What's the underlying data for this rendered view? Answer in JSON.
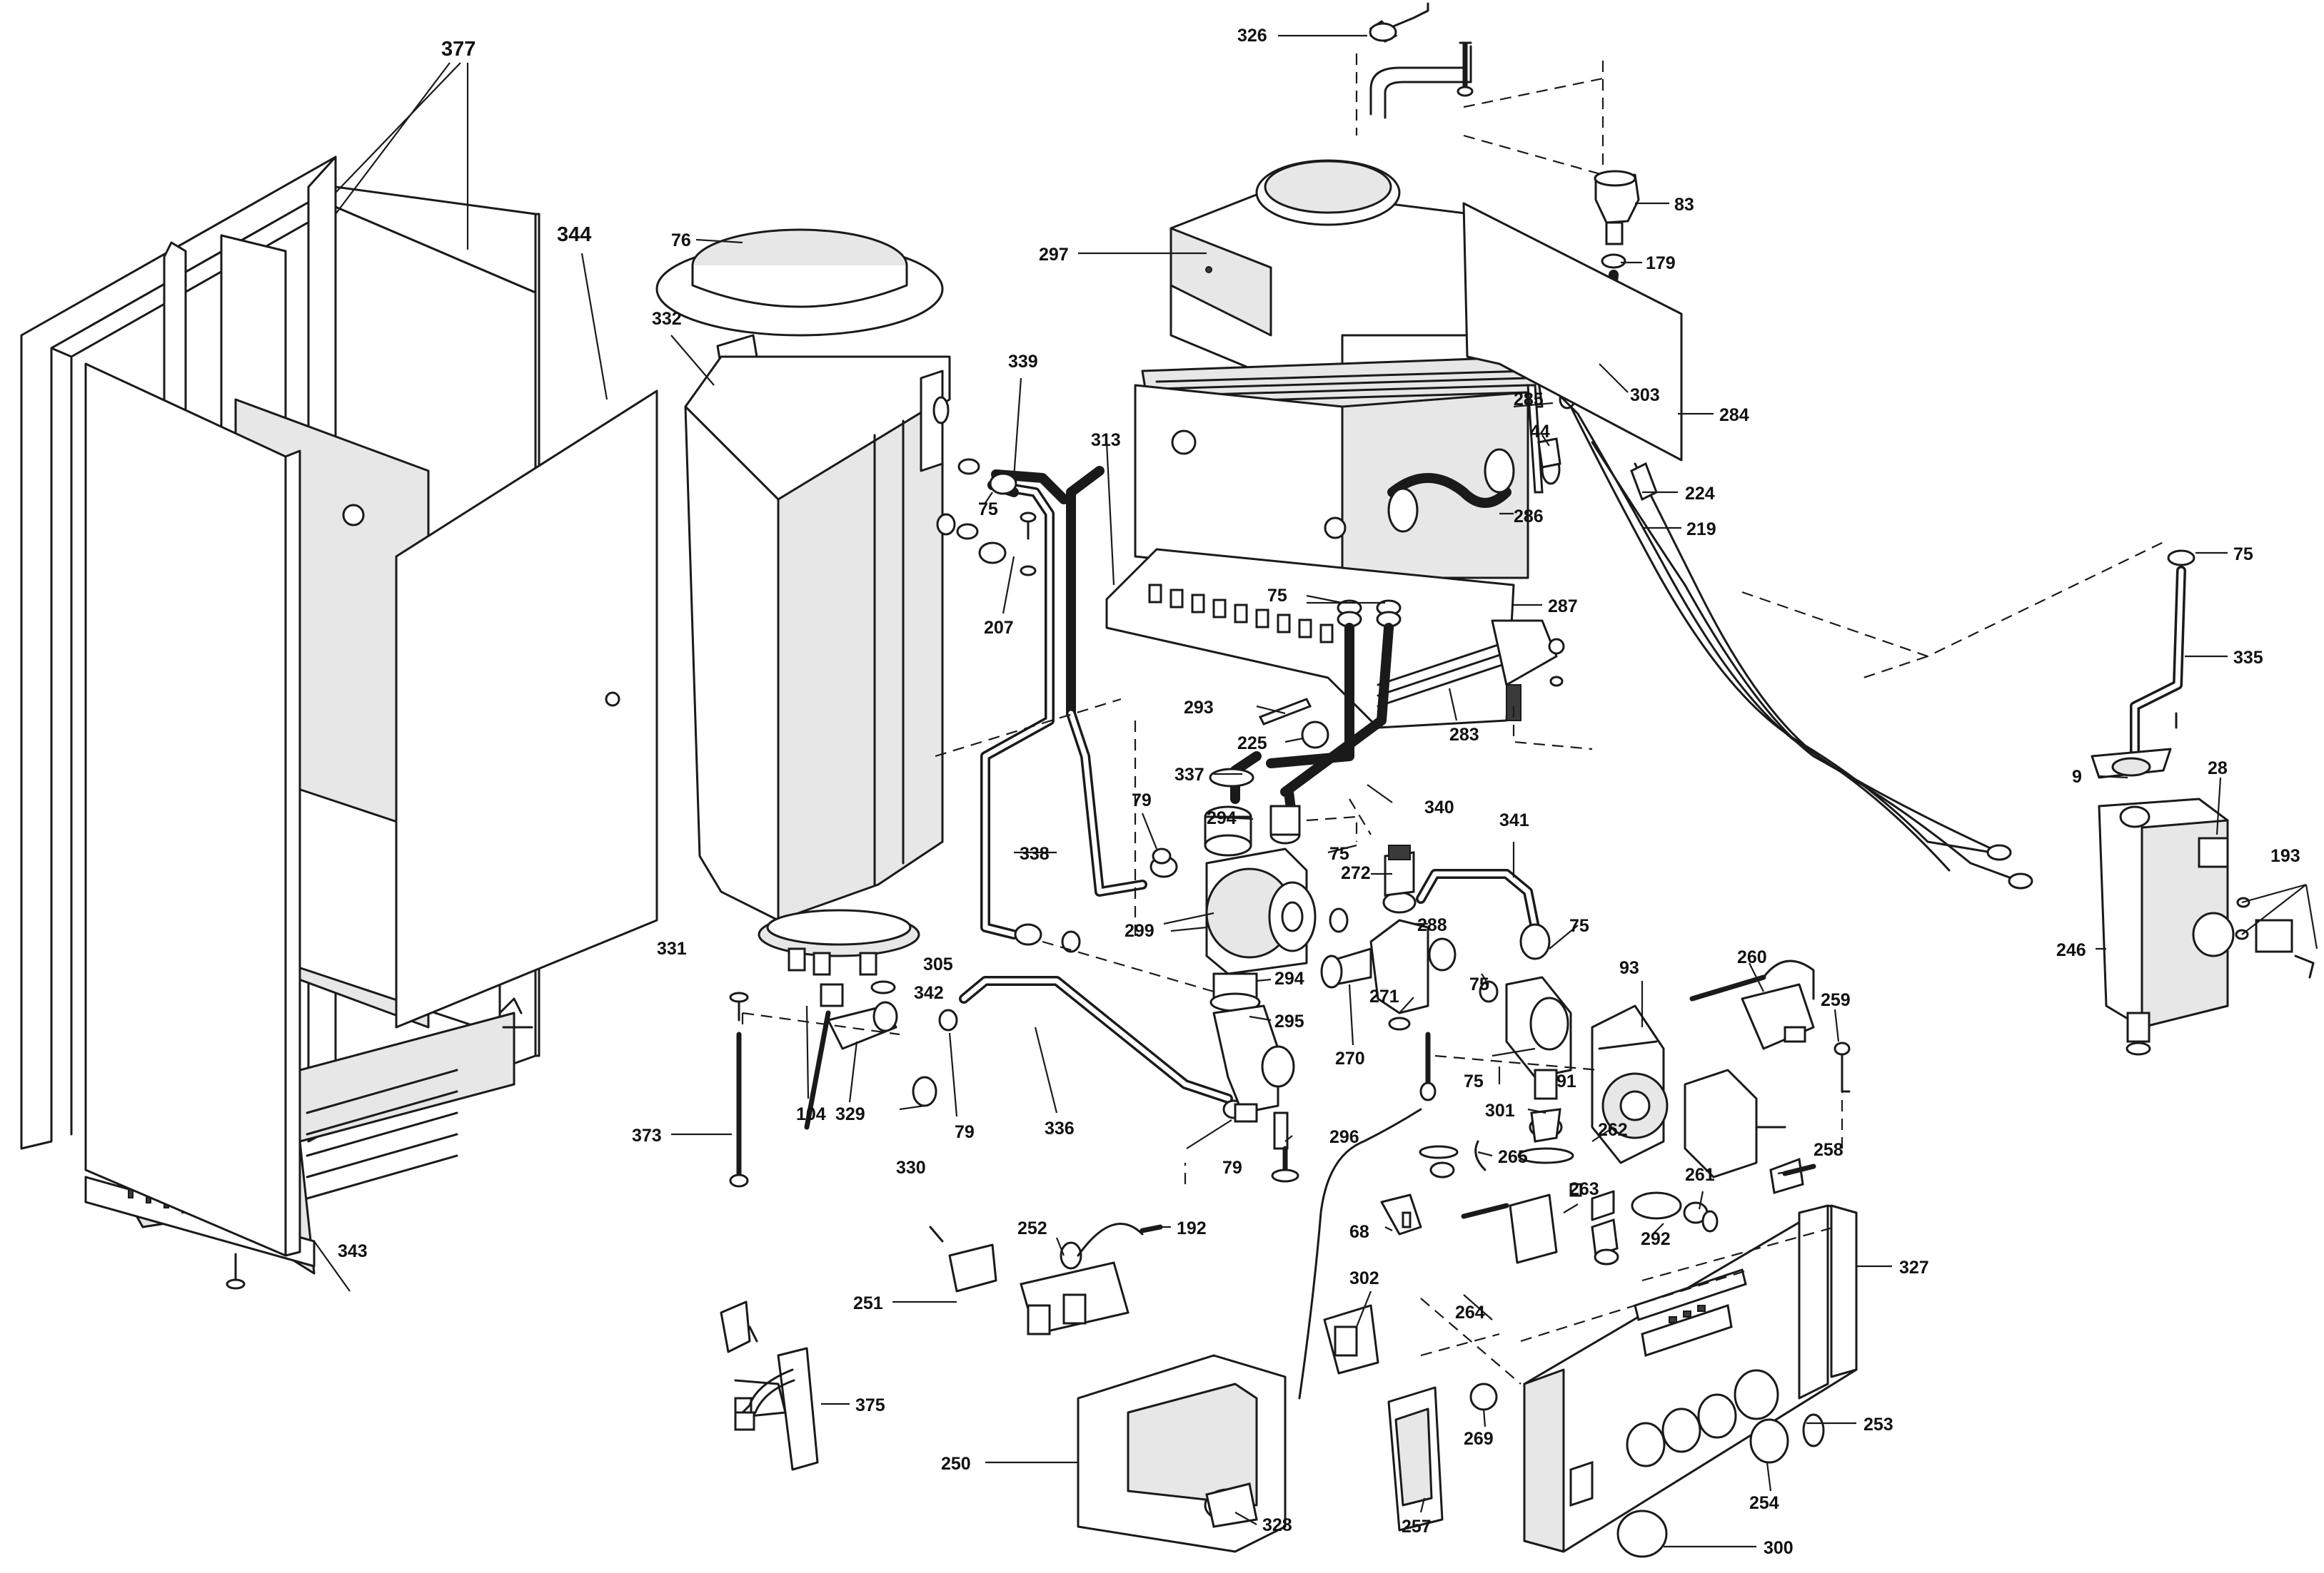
{
  "labels": [
    "377",
    "344",
    "76",
    "332",
    "339",
    "75",
    "207",
    "313",
    "297",
    "326",
    "83",
    "179",
    "303",
    "284",
    "285",
    "44",
    "286",
    "224",
    "219",
    "75",
    "287",
    "283",
    "293",
    "225",
    "337",
    "340",
    "294",
    "272",
    "79",
    "338",
    "299",
    "75",
    "341",
    "288",
    "75",
    "93",
    "260",
    "259",
    "331",
    "305",
    "342",
    "294",
    "295",
    "270",
    "271",
    "75",
    "91",
    "301",
    "75",
    "373",
    "104",
    "329",
    "330",
    "79",
    "336",
    "79",
    "296",
    "265",
    "262",
    "258",
    "261",
    "263",
    "292",
    "68",
    "192",
    "252",
    "264",
    "302",
    "327",
    "251",
    "343",
    "375",
    "250",
    "328",
    "269",
    "257",
    "254",
    "253",
    "300",
    "75",
    "335",
    "9",
    "28",
    "193",
    "246"
  ]
}
